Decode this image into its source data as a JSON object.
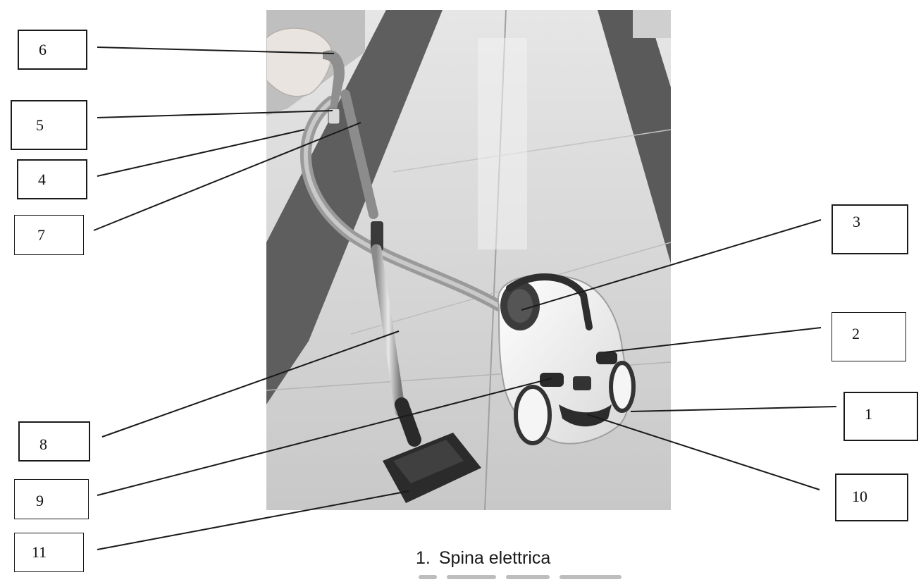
{
  "figure": {
    "callouts": {
      "c1": "1",
      "c2": "2",
      "c3": "3",
      "c4": "4",
      "c5": "5",
      "c6": "6",
      "c7": "7",
      "c8": "8",
      "c9": "9",
      "c10": "10",
      "c11": "11"
    },
    "legend": {
      "number": "1.",
      "text": "Spina elettrica"
    }
  },
  "colors": {
    "floor_light": "#d9d9d9",
    "floor_stripe": "#5a5a5a",
    "vacuum_body": "#f2f2f2",
    "vacuum_dark": "#2b2b2b",
    "line": "#1a1a1a"
  }
}
